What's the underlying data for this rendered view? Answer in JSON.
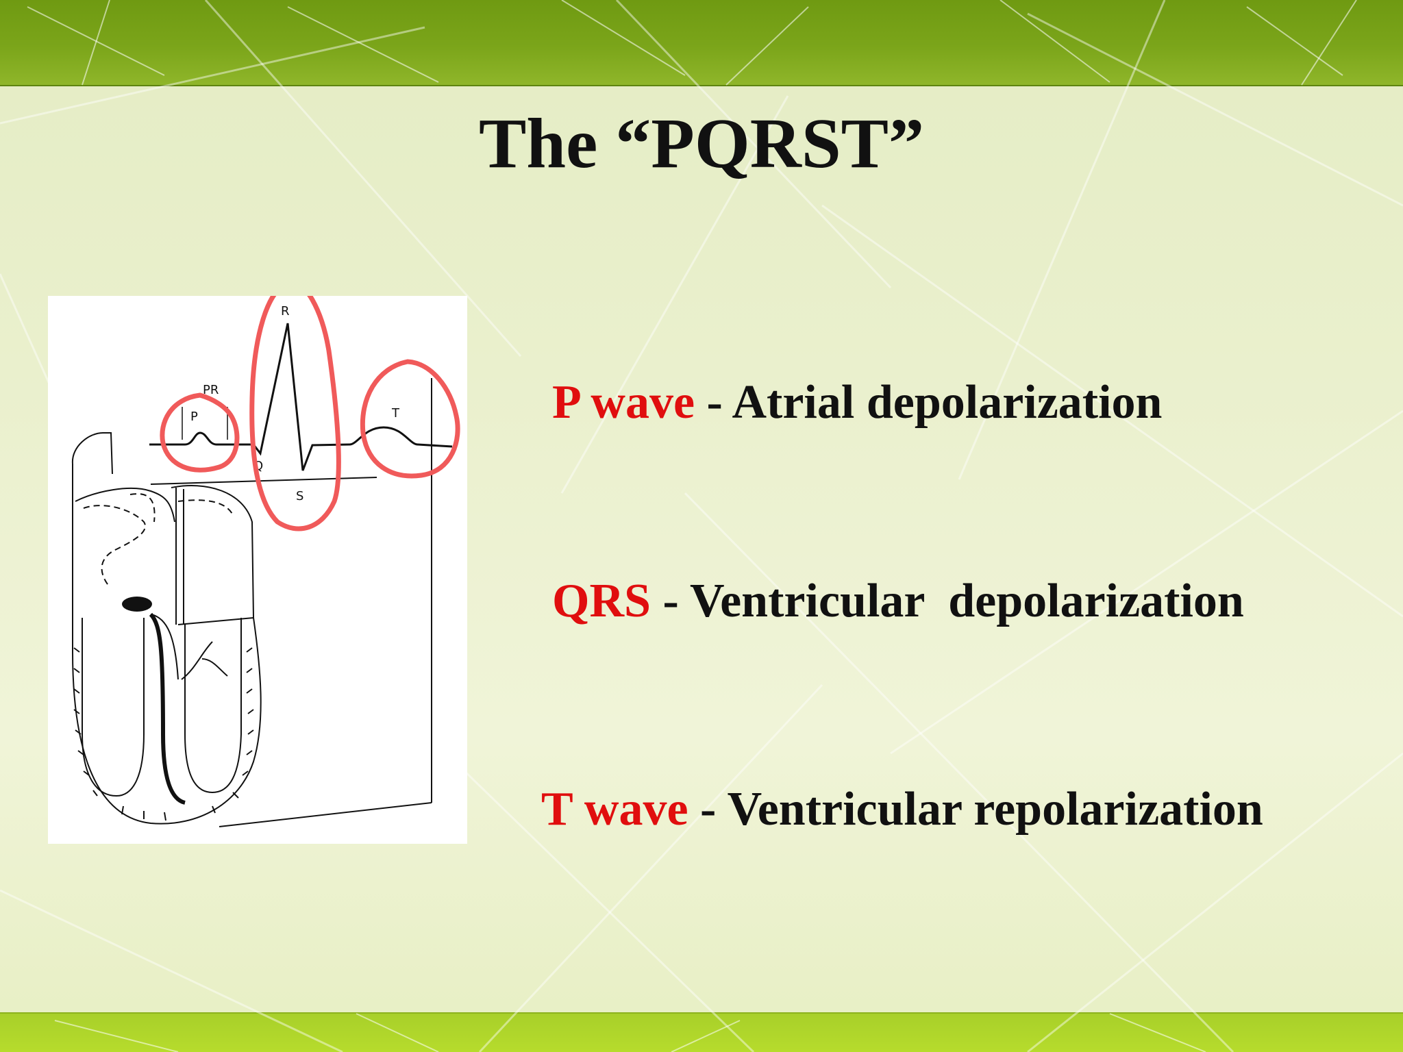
{
  "slide": {
    "title": "The “PQRST”"
  },
  "diagram": {
    "labels": {
      "pr": "PR",
      "p": "P",
      "r": "R",
      "q": "Q",
      "s": "S",
      "t": "T"
    },
    "line_color": "#111111",
    "highlight_color": "#f05a5a"
  },
  "definitions": [
    {
      "term": "P wave",
      "separator": " - ",
      "meaning": "Atrial depolarization"
    },
    {
      "term": "QRS",
      "separator": " - ",
      "meaning": "Ventricular  depolarization"
    },
    {
      "term": "T wave",
      "separator": " - ",
      "meaning": "Ventricular repolarization"
    }
  ],
  "colors": {
    "term": "#e00e0e",
    "text": "#111111",
    "top_band": "#7ba51a",
    "bottom_band": "#b7dc2c",
    "background": "#eef3d6"
  }
}
